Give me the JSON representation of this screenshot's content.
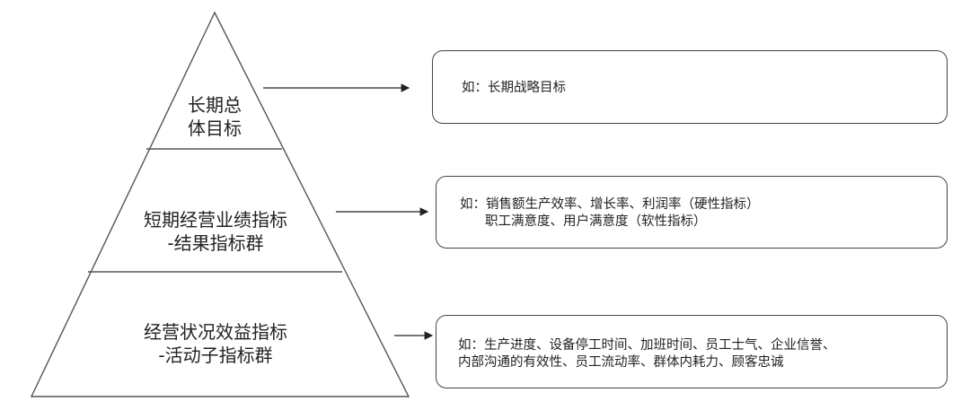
{
  "tiers": [
    {
      "lines": [
        "长期总",
        "体目标"
      ]
    },
    {
      "lines": [
        "短期经营业绩指标",
        "-结果指标群"
      ]
    },
    {
      "lines": [
        "经营状况效益指标",
        "-活动子指标群"
      ]
    }
  ],
  "examples": [
    {
      "lines": [
        "如：长期战略目标"
      ]
    },
    {
      "lines": [
        "如：销售额生产效率、增长率、利润率（硬性指标）",
        "职工满意度、用户满意度（软性指标）"
      ]
    },
    {
      "lines": [
        "如：生产进度、设备停工时间、加班时间、员工士气、企业信誉、",
        "内部沟通的有效性、员工流动率、群体内耗力、顾客忠诚"
      ]
    }
  ]
}
